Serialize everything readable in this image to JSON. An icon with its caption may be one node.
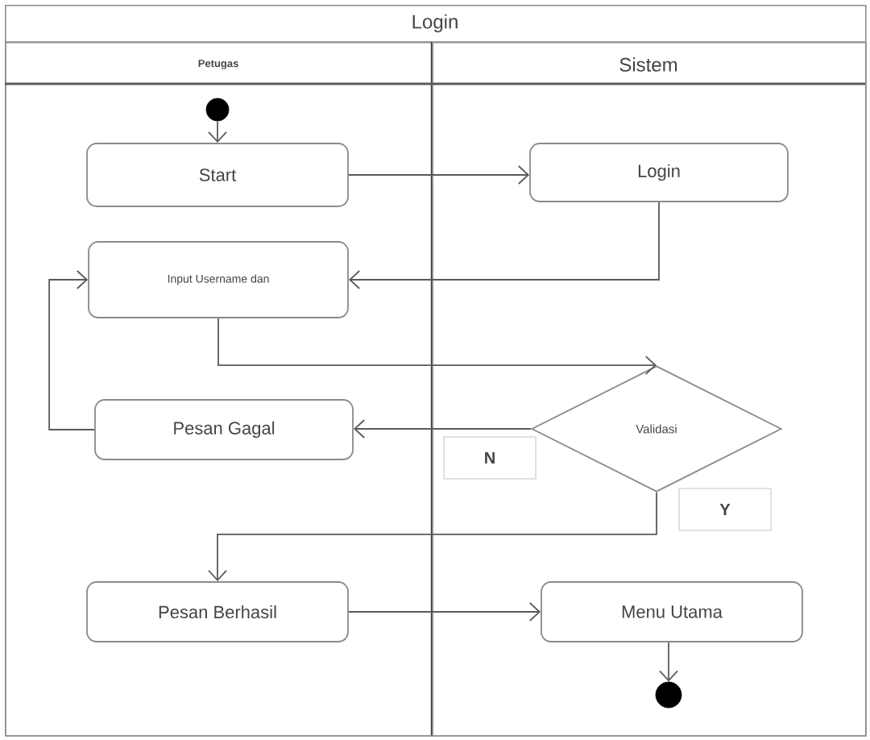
{
  "diagram": {
    "nodes": [
      {
        "text": [
          "Login"
        ]
      },
      {
        "text": [
          "Petugas"
        ],
        "in": 0
      },
      {
        "text": [
          "Sistem"
        ],
        "in": 0
      },
      {
        "text": [],
        "shape": "circle",
        "in": 1
      },
      {
        "text": [
          "Start"
        ],
        "in": 1
      },
      {
        "text": [
          "Login"
        ],
        "in": 2
      },
      {
        "text": [
          "Input Username dan"
        ],
        "in": 1
      },
      {
        "text": [
          "Validasi"
        ],
        "in": 2
      },
      {
        "text": [
          "Pesan Gagal"
        ],
        "in": 1
      },
      {
        "text": [
          "Pesan Berhasil"
        ],
        "in": 1
      },
      {
        "text": [
          "Menu Utama"
        ],
        "in": 2
      },
      {
        "text": [],
        "shape": "circle",
        "in": 2
      }
    ],
    "edges": [
      {
        "from": 3,
        "to": 4,
        "arrow": "to"
      },
      {
        "from": 4,
        "to": 5,
        "arrow": "to"
      },
      {
        "from": 5,
        "to": 6,
        "arrow": "to"
      },
      {
        "from": 6,
        "to": 7,
        "arrow": "to"
      },
      {
        "from": 7,
        "to": 8,
        "arrow": "to",
        "label": "N"
      },
      {
        "from": 8,
        "to": 6,
        "arrow": "to"
      },
      {
        "from": 7,
        "to": 9,
        "arrow": "to",
        "label": "Y"
      },
      {
        "from": 9,
        "to": 10,
        "arrow": "to"
      },
      {
        "from": 10,
        "to": 11,
        "arrow": "to"
      }
    ]
  }
}
